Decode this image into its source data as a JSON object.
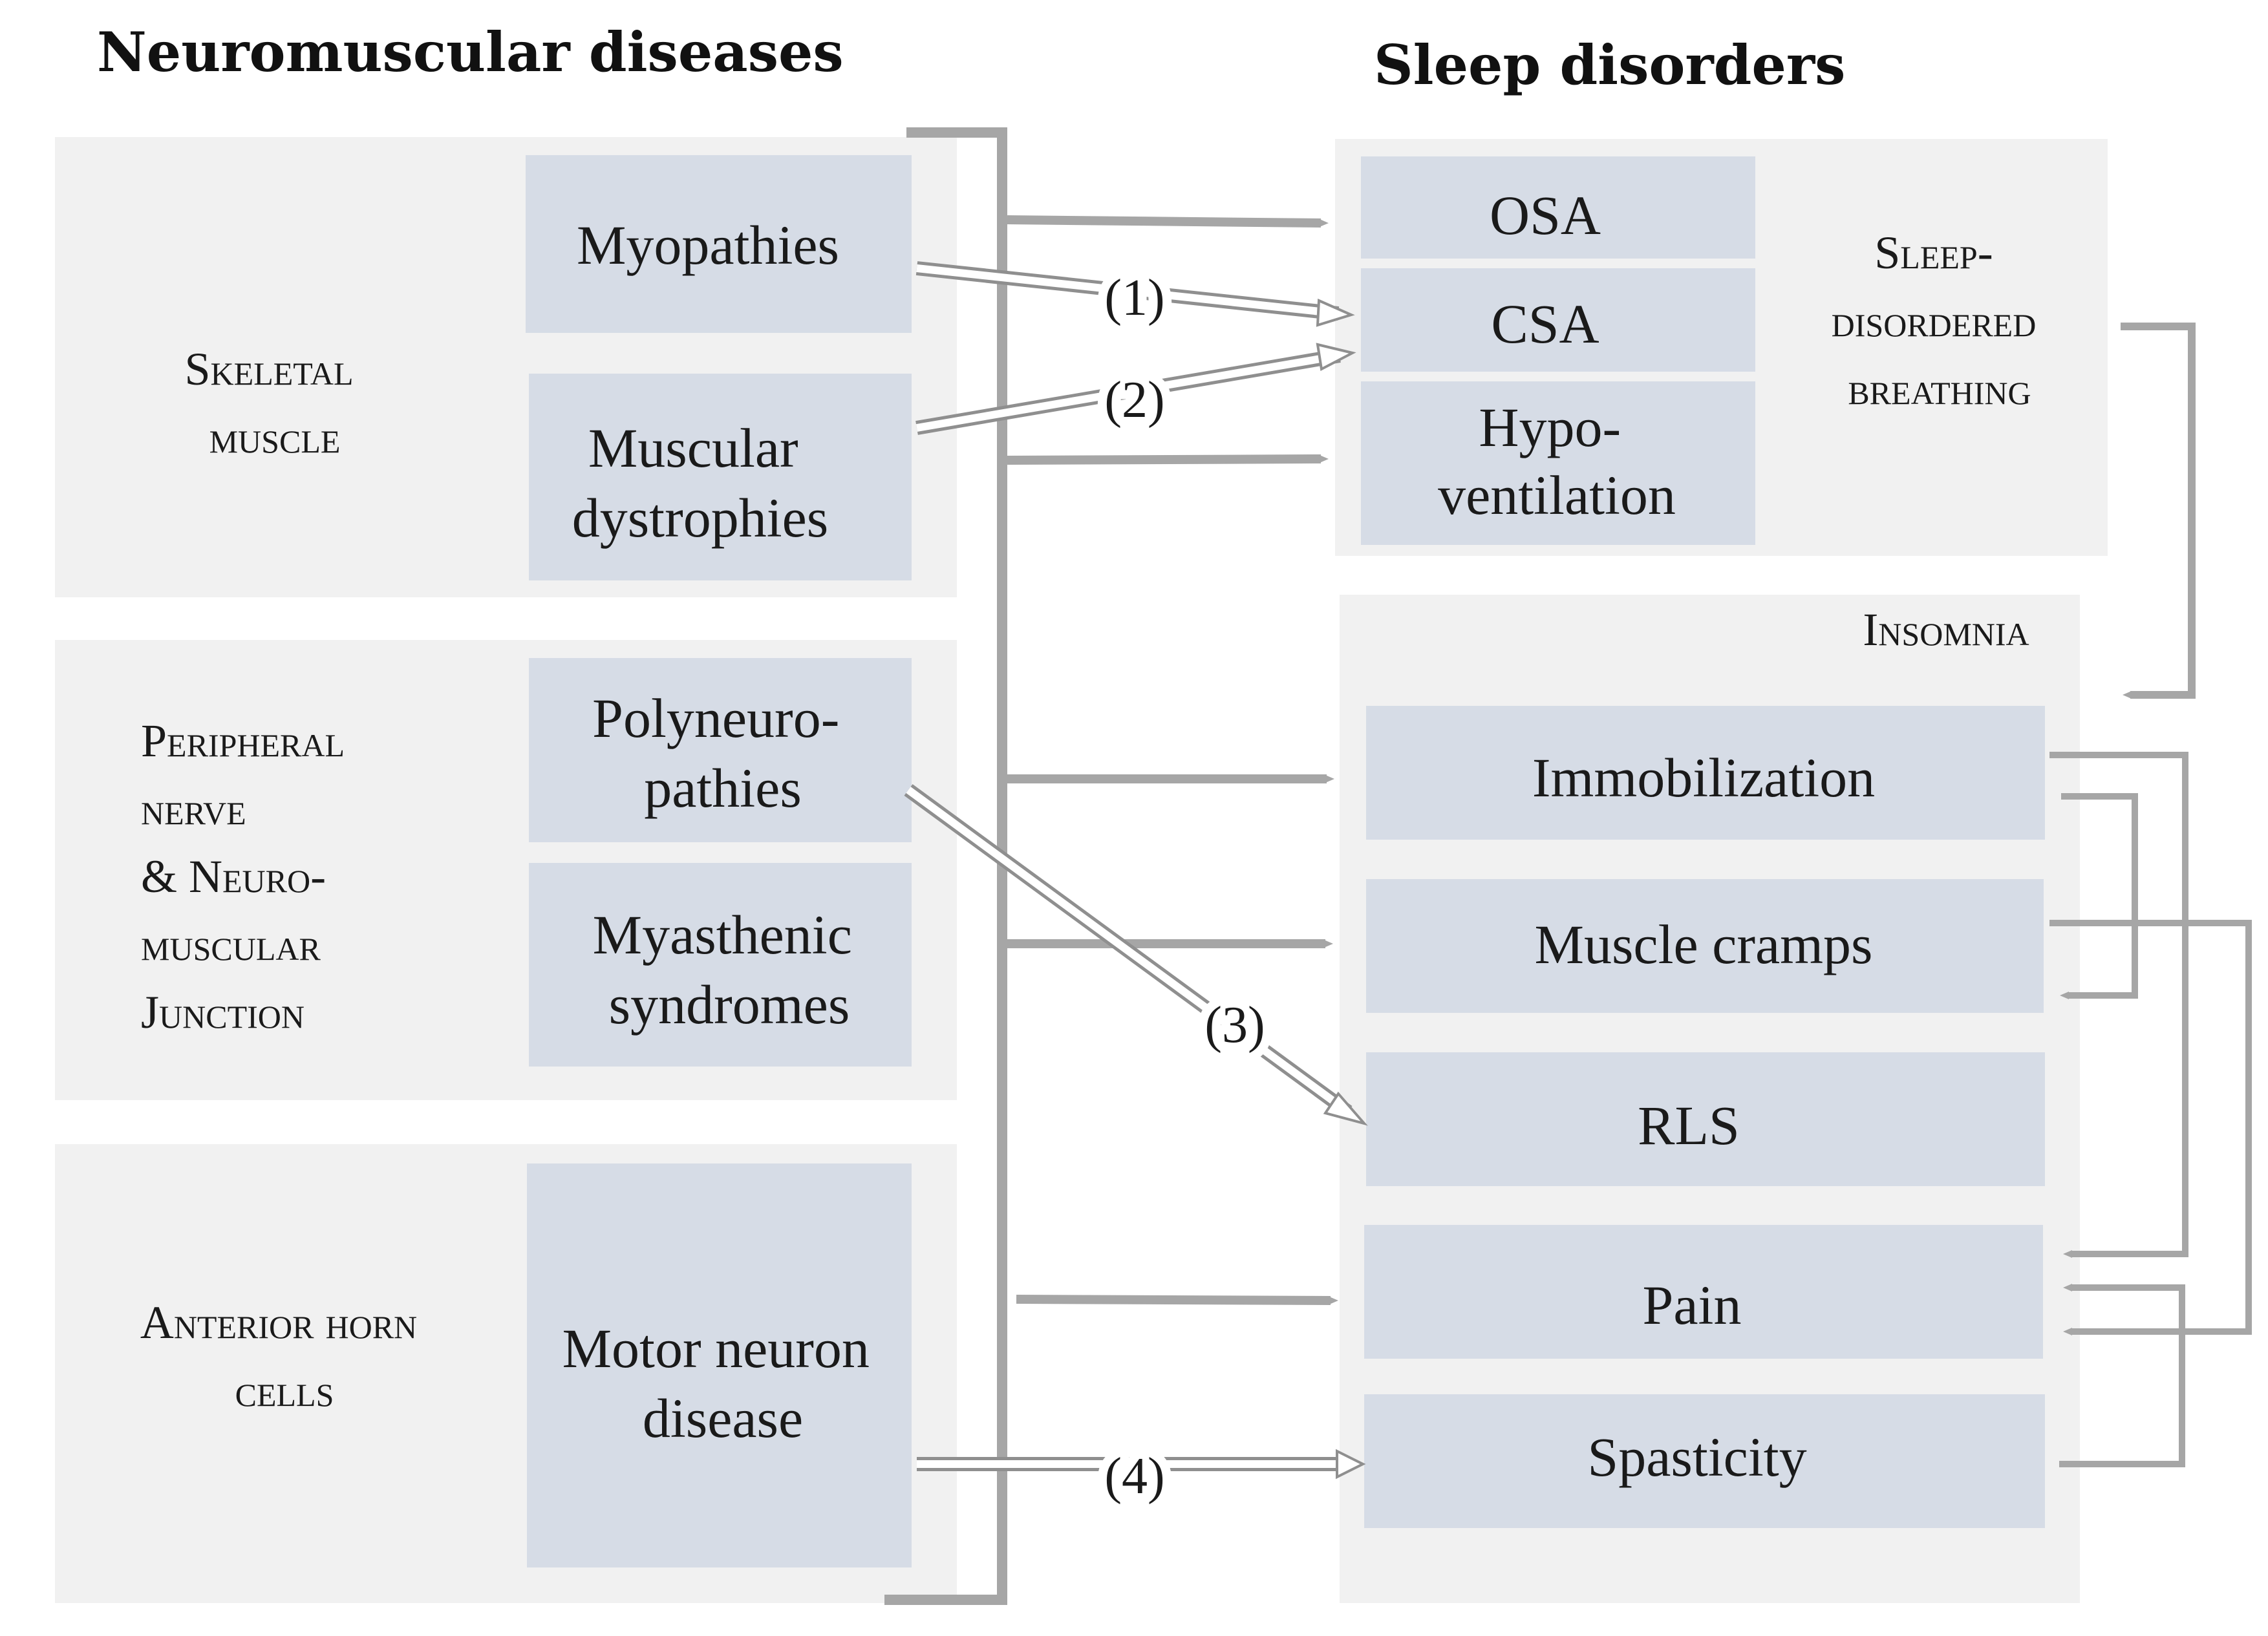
{
  "headings": {
    "left": "Neuromuscular diseases",
    "right": "Sleep disorders"
  },
  "groups": {
    "skeletal_muscle": [
      "Skeletal",
      "muscle"
    ],
    "peripheral_nerve": [
      "Peripheral",
      "nerve",
      "& Neuro-",
      "muscular",
      "Junction"
    ],
    "anterior_horn": [
      "Anterior horn",
      "cells"
    ],
    "sleep_disordered_breathing": [
      "Sleep-",
      "disordered",
      "breathing"
    ],
    "insomnia": "Insomnia"
  },
  "diseases": {
    "myopathies": [
      "Myopathies"
    ],
    "muscular_dystrophies": [
      "Muscular",
      "dystrophies"
    ],
    "polyneuropathies": [
      "Polyneuro-",
      "pathies"
    ],
    "myasthenic_syndromes": [
      "Myasthenic",
      "syndromes"
    ],
    "motor_neuron_disease": [
      "Motor neuron",
      "disease"
    ]
  },
  "disorders": {
    "osa": [
      "OSA"
    ],
    "csa": [
      "CSA"
    ],
    "hypoventilation": [
      "Hypo-",
      "ventilation"
    ],
    "immobilization": [
      "Immobilization"
    ],
    "muscle_cramps": [
      "Muscle cramps"
    ],
    "rls": [
      "RLS"
    ],
    "pain": [
      "Pain"
    ],
    "spasticity": [
      "Spasticity"
    ]
  },
  "specific_links": [
    "(1)",
    "(2)",
    "(3)",
    "(4)"
  ],
  "colors": {
    "group_bg": "#f1f1f1",
    "box_bg": "#d6dce6",
    "arrow": "#a6a6a6"
  }
}
